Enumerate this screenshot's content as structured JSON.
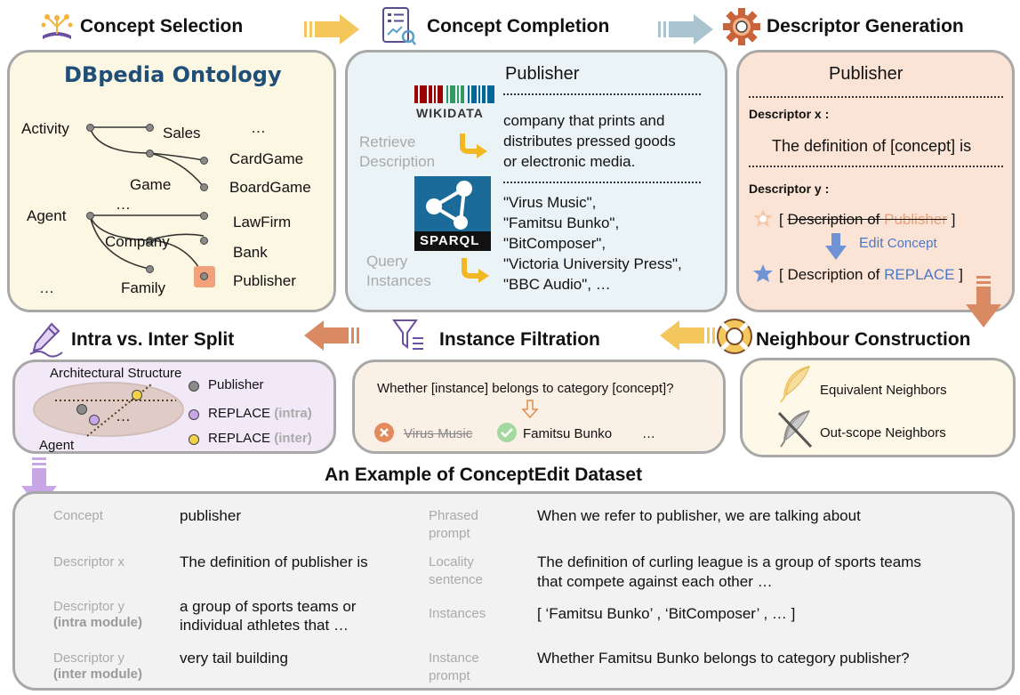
{
  "headers": {
    "concept_selection": "Concept Selection",
    "concept_completion": "Concept Completion",
    "descriptor_generation": "Descriptor Generation",
    "intra_inter_split": "Intra vs. Inter Split",
    "instance_filtration": "Instance Filtration",
    "neighbour_construction": "Neighbour Construction"
  },
  "ontology": {
    "title": "DBpedia Ontology",
    "nodes": [
      "Activity",
      "Sales",
      "…",
      "CardGame",
      "Game",
      "BoardGame",
      "…",
      "Agent",
      "LawFirm",
      "Company",
      "Bank",
      "…",
      "Family",
      "Publisher"
    ]
  },
  "completion": {
    "concept": "Publisher",
    "wikidata_label": "WIKIDATA",
    "retrieve_label": [
      "Retrieve",
      "Description"
    ],
    "description": [
      "company that prints and",
      "distributes pressed goods",
      "or electronic media."
    ],
    "sparql_label": "SPARQL",
    "query_label": [
      "Query",
      "Instances"
    ],
    "instances": [
      "\"Virus Music\",",
      "\"Famitsu Bunko\",",
      "\"BitComposer\",",
      "\"Victoria University Press\",",
      "\"BBC Audio\",  …"
    ]
  },
  "descriptor": {
    "concept": "Publisher",
    "x_label": "Descriptor x :",
    "x_text": "The definition of [concept] is",
    "y_label": "Descriptor y :",
    "old_prefix": "[ ",
    "old_struck": "Description of ",
    "old_concept": "Publisher",
    "old_suffix": " ]",
    "edit_word": "Edit",
    "edit_concept": "Concept",
    "new_prefix": "[ Description of ",
    "new_concept": "REPLACE",
    "new_suffix": " ]"
  },
  "split": {
    "structure_label": "Architectural Structure",
    "agent_label": "Agent",
    "ellipsis": "…",
    "legend": [
      {
        "text": "Publisher",
        "tag": "",
        "color": "#8a8a8a"
      },
      {
        "text": "REPLACE ",
        "tag": "(intra)",
        "color": "#c9a6e6"
      },
      {
        "text": "REPLACE ",
        "tag": "(inter)",
        "color": "#f2d24a"
      }
    ]
  },
  "filtration": {
    "question": "Whether [instance] belongs to category [concept]?",
    "rejected": "Virus Music",
    "accepted": "Famitsu Bunko",
    "ellipsis": "…"
  },
  "neighbours": {
    "equivalent": "Equivalent Neighbors",
    "outscope": "Out-scope Neighbors"
  },
  "example": {
    "title": "An Example of ConceptEdit Dataset",
    "left": [
      {
        "label": "Concept",
        "label_bold": "",
        "value": "publisher"
      },
      {
        "label": "Descriptor x",
        "label_bold": "",
        "value": "The definition of publisher is"
      },
      {
        "label": "Descriptor y",
        "label_bold": "(intra module)",
        "value": "a group of sports teams or",
        "value2": "individual athletes that …"
      },
      {
        "label": "Descriptor y",
        "label_bold": "(inter module)",
        "value": "very tail building"
      }
    ],
    "right": [
      {
        "label": "Phrased",
        "label2": "prompt",
        "value": "When we refer to publisher, we are talking about"
      },
      {
        "label": "Locality",
        "label2": "sentence",
        "value": "The definition of curling league is a group of sports teams",
        "value2": "that compete against each other …"
      },
      {
        "label": "Instances",
        "label2": "",
        "value": "[ ‘Famitsu Bunko’ , ‘BitComposer’ , … ]"
      },
      {
        "label": "Instance",
        "label2": "prompt",
        "value": "Whether Famitsu Bunko belongs to category publisher?"
      }
    ]
  },
  "colors": {
    "ontology_bg": "#fcf7e3",
    "completion_bg": "#eaf4f7",
    "descriptor_bg": "#fbe4d6",
    "split_bg": "#f1e9f7",
    "filtration_bg": "#fbf0e6",
    "neighbour_bg": "#fdf8e8",
    "example_bg": "#f2f2f2",
    "arrow_yellow": "#f3c75b",
    "arrow_blue": "#a9c4cf",
    "arrow_orange": "#d98a62",
    "arrow_purple": "#c9a6e6",
    "replace_blue": "#4a78c8",
    "struck_orange": "#e6a07a"
  }
}
